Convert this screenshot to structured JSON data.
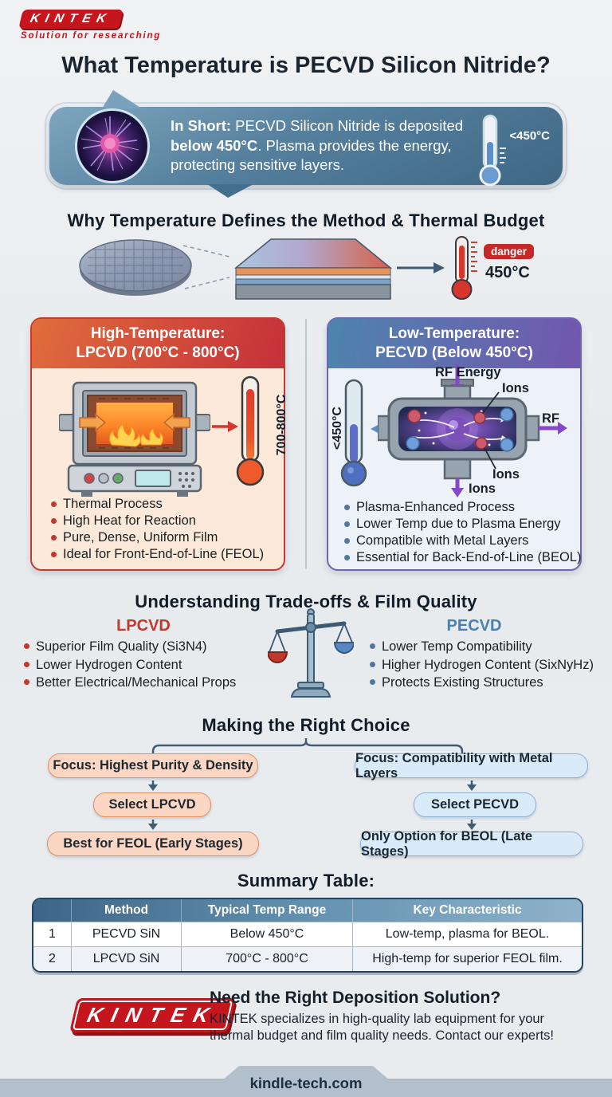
{
  "colors": {
    "brand_red": "#c4161c",
    "danger_red": "#c62828",
    "lpcvd_accent": "#c0392b",
    "pecvd_accent": "#4a7fb0",
    "purple_accent": "#7257ae",
    "banner_blue": "#55809d",
    "table_header_blue": "#3e6587",
    "footer_bar": "#b3c0cb"
  },
  "header": {
    "logo_text": "KINTEK",
    "logo_tagline": "Solution for researching",
    "title": "What Temperature is PECVD Silicon Nitride?"
  },
  "banner": {
    "lead_bold": "In Short:",
    "seg1": " PECVD Silicon Nitride is deposited ",
    "temp_bold": "below 450°C",
    "seg2": ". Plasma provides the energy, protecting sensitive layers.",
    "thermo_label": "<450°C"
  },
  "thermal_budget": {
    "heading": "Why Temperature Defines the Method & Thermal Budget",
    "danger_label": "danger",
    "temp_label": "450°C"
  },
  "cards": {
    "lpcvd": {
      "title_line1": "High-Temperature:",
      "title_line2": "LPCVD (700°C - 800°C)",
      "thermo_label": "700-800°C",
      "bullets": [
        "Thermal Process",
        "High Heat for Reaction",
        "Pure, Dense, Uniform Film",
        "Ideal for Front-End-of-Line (FEOL)"
      ]
    },
    "pecvd": {
      "title_line1": "Low-Temperature:",
      "title_line2": "PECVD (Below 450°C)",
      "thermo_label": "<450°C",
      "label_rf_energy": "RF Energy",
      "label_ions_top": "Ions",
      "label_rf": "RF",
      "label_ions_mid": "Ions",
      "label_ions_bottom": "Ions",
      "bullets": [
        "Plasma-Enhanced Process",
        "Lower Temp due to Plasma Energy",
        "Compatible with Metal Layers",
        "Essential for Back-End-of-Line (BEOL)"
      ]
    }
  },
  "tradeoffs": {
    "heading": "Understanding Trade-offs & Film Quality",
    "lpcvd": {
      "title": "LPCVD",
      "bullets": [
        "Superior Film Quality (Si3N4)",
        "Lower Hydrogen Content",
        "Better Electrical/Mechanical Props"
      ]
    },
    "pecvd": {
      "title": "PECVD",
      "bullets": [
        "Lower Temp Compatibility",
        "Higher Hydrogen Content (SixNyHz)",
        "Protects Existing Structures"
      ]
    }
  },
  "choice": {
    "heading": "Making the Right Choice",
    "left_steps": [
      "Focus: Highest Purity & Density",
      "Select LPCVD",
      "Best for FEOL (Early Stages)"
    ],
    "right_steps": [
      "Focus: Compatibility with Metal Layers",
      "Select PECVD",
      "Only Option for BEOL (Late Stages)"
    ]
  },
  "summary_table": {
    "heading": "Summary Table:",
    "columns": [
      "",
      "Method",
      "Typical Temp Range",
      "Key Characteristic"
    ],
    "rows": [
      {
        "num": "1",
        "method": "PECVD SiN",
        "range": "Below 450°C",
        "characteristic": "Low-temp, plasma for BEOL."
      },
      {
        "num": "2",
        "method": "LPCVD SiN",
        "range": "700°C - 800°C",
        "characteristic": "High-temp for superior FEOL film."
      }
    ]
  },
  "footer": {
    "logo_text": "KINTEK",
    "heading": "Need the Right Deposition Solution?",
    "body": "KINTEK specializes in high-quality lab equipment for your thermal budget and film quality needs. Contact our experts!",
    "website": "kindle-tech.com"
  }
}
